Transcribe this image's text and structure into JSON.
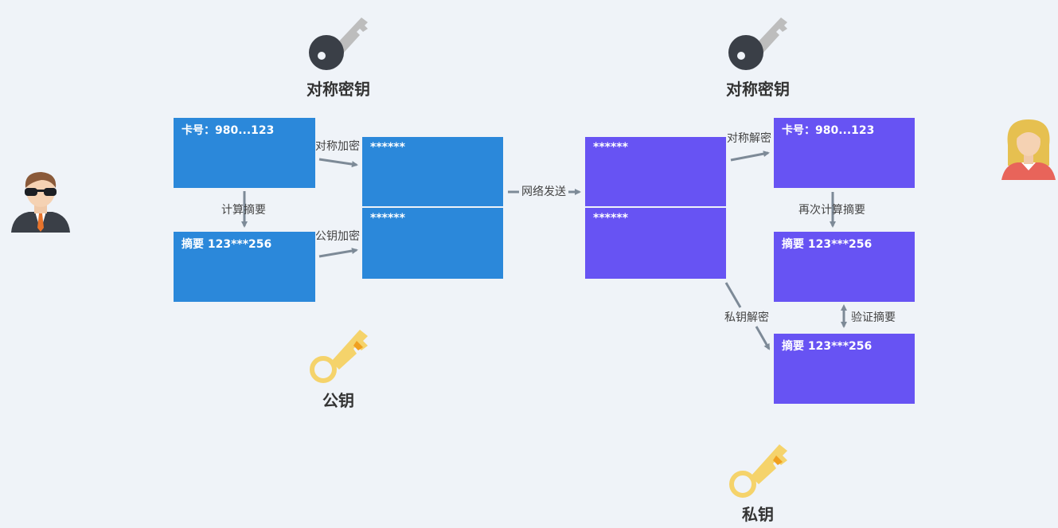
{
  "colors": {
    "background": "#eff3f8",
    "sender_box": "#2b88da",
    "receiver_box": "#6753f3",
    "arrow": "#7d8a97",
    "symmetric_key": "#bdbdbd",
    "asymmetric_key": "#f5d36b"
  },
  "keys": {
    "left_symmetric": {
      "label": "对称密钥",
      "icon": "key-icon"
    },
    "right_symmetric": {
      "label": "对称密钥",
      "icon": "key-icon"
    },
    "public_key": {
      "label": "公钥",
      "icon": "key-icon"
    },
    "private_key": {
      "label": "私钥",
      "icon": "key-icon"
    }
  },
  "actors": {
    "sender": {
      "icon": "man-with-sunglasses-icon"
    },
    "receiver": {
      "icon": "woman-icon"
    }
  },
  "sender": {
    "card_box": "卡号：980...123",
    "digest_box": "摘要 123***256",
    "cipher_top": "******",
    "cipher_bottom": "******"
  },
  "receiver": {
    "cipher_top": "******",
    "cipher_bottom": "******",
    "card_box": "卡号：980...123",
    "digest_box": "摘要 123***256",
    "digest_decrypted_box": "摘要 123***256"
  },
  "edges": {
    "compute_digest": "计算摘要",
    "sym_encrypt": "对称加密",
    "pub_encrypt": "公钥加密",
    "network_send": "网络发送",
    "sym_decrypt": "对称解密",
    "recompute_digest": "再次计算摘要",
    "priv_decrypt": "私钥解密",
    "verify_digest": "验证摘要"
  }
}
